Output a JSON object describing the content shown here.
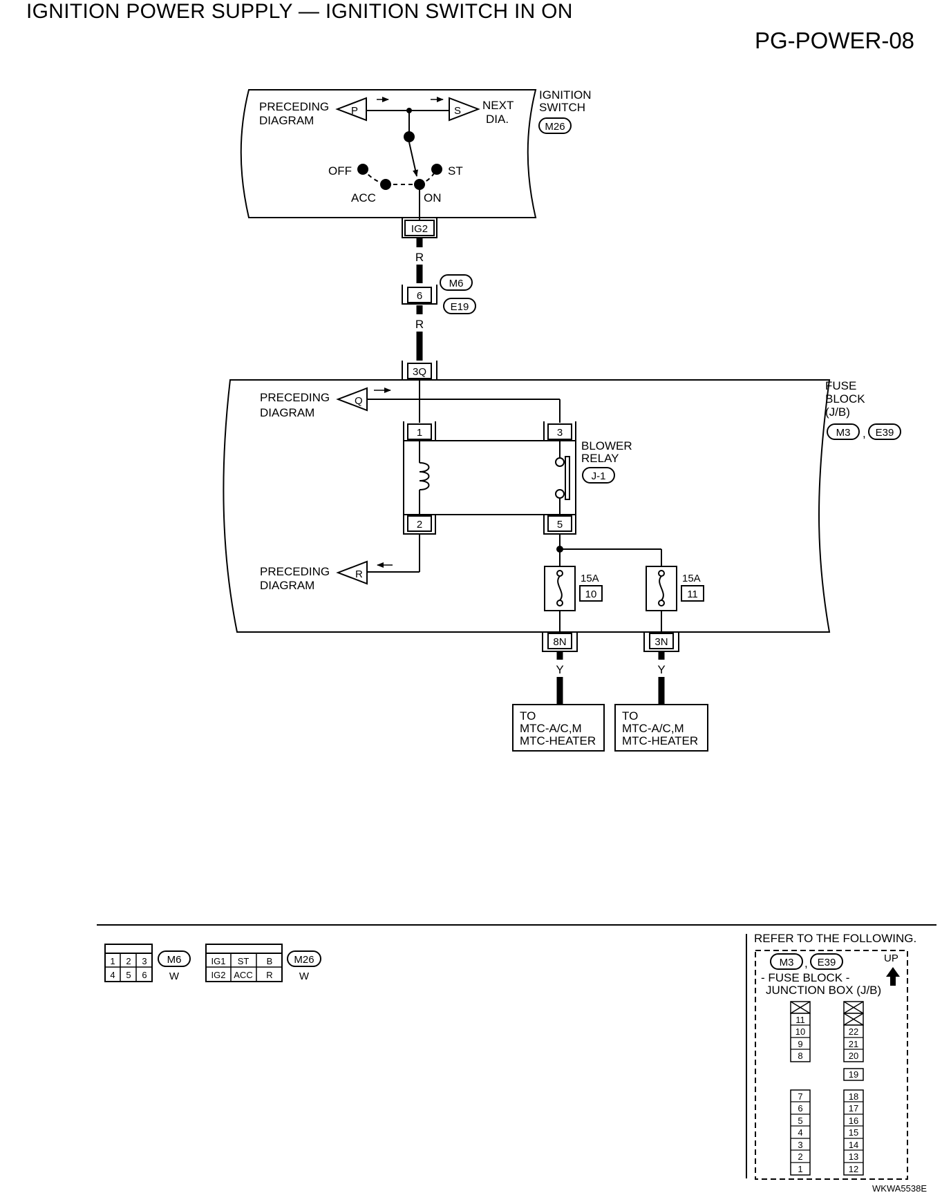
{
  "page": {
    "title": "IGNITION POWER SUPPLY — IGNITION SWITCH IN ON",
    "code": "PG-POWER-08",
    "figure_id": "WKWA5538E"
  },
  "ignition_switch": {
    "label_line1": "IGNITION",
    "label_line2": "SWITCH",
    "connector": "M26",
    "left_ref_line1": "PRECEDING",
    "left_ref_line2": "DIAGRAM",
    "left_ref_letter": "P",
    "right_ref_line1": "NEXT",
    "right_ref_line2": "DIA.",
    "right_ref_letter": "S",
    "positions": [
      "OFF",
      "ACC",
      "ON",
      "ST"
    ],
    "terminal": "IG2"
  },
  "harness": {
    "wire_color_r": "R",
    "joint_pin": "6",
    "joint_connector_a": "M6",
    "joint_connector_b": "E19",
    "fuse_block_pin": "3Q"
  },
  "fuse_block": {
    "label_line1": "FUSE",
    "label_line2": "BLOCK",
    "label_line3": "(J/B)",
    "connector_a": "M3",
    "connector_b": "E39",
    "ref_q": "Q",
    "ref_r": "R",
    "ref_line1": "PRECEDING",
    "ref_line2": "DIAGRAM"
  },
  "blower_relay": {
    "label_line1": "BLOWER",
    "label_line2": "RELAY",
    "id": "J-1",
    "pins": [
      "1",
      "3",
      "2",
      "5"
    ]
  },
  "fuses": [
    {
      "rating": "15A",
      "number": "10",
      "pin": "8N",
      "wire_color": "Y",
      "dest": [
        "TO",
        "MTC-A/C,M",
        "MTC-HEATER"
      ]
    },
    {
      "rating": "15A",
      "number": "11",
      "pin": "3N",
      "wire_color": "Y",
      "dest": [
        "TO",
        "MTC-A/C,M",
        "MTC-HEATER"
      ]
    }
  ],
  "connector_views": {
    "m6": {
      "cells": [
        "1",
        "2",
        "3",
        "4",
        "5",
        "6"
      ],
      "id": "M6",
      "color": "W"
    },
    "m26": {
      "cells": [
        "IG1",
        "ST",
        "B",
        "IG2",
        "ACC",
        "R"
      ],
      "id": "M26",
      "color": "W"
    }
  },
  "legend": {
    "refer": "REFER TO THE FOLLOWING.",
    "connector_a": "M3",
    "connector_b": "E39",
    "sep": ",",
    "up": "UP",
    "box_line1": "- FUSE BLOCK -",
    "box_line2": "JUNCTION BOX (J/B)",
    "col_left_top": [
      "11",
      "10",
      "9",
      "8"
    ],
    "col_left_bottom": [
      "7",
      "6",
      "5",
      "4",
      "3",
      "2",
      "1"
    ],
    "col_right_top": [
      "22",
      "21",
      "20"
    ],
    "col_right_mid": "19",
    "col_right_bottom": [
      "18",
      "17",
      "16",
      "15",
      "14",
      "13",
      "12"
    ]
  }
}
